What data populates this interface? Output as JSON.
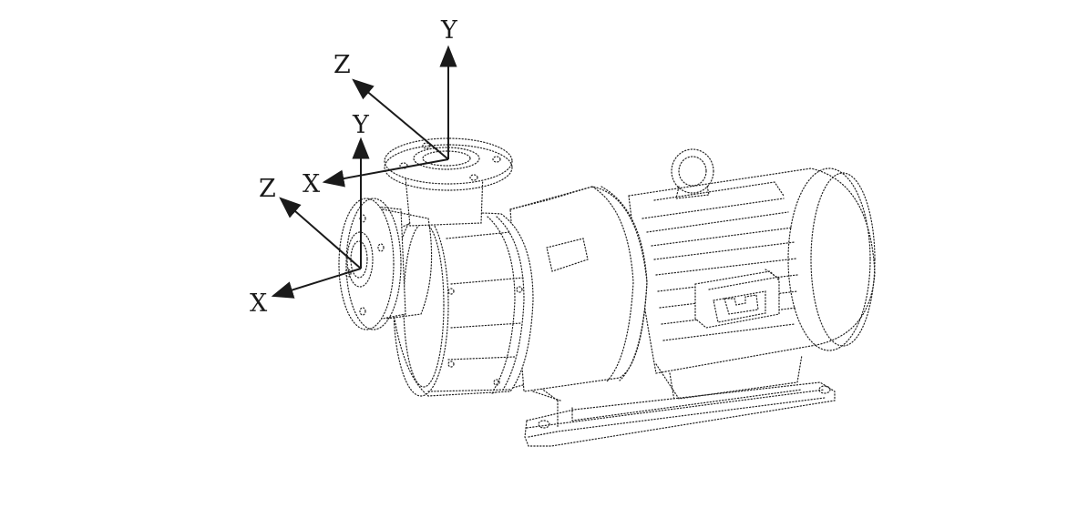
{
  "figure": {
    "outlet_axes": {
      "y_label": "Y",
      "z_label": "Z",
      "x_label": "X"
    },
    "inlet_axes": {
      "y_label": "Y",
      "z_label": "Z",
      "x_label": "X"
    }
  },
  "colors": {
    "line": "#1a1a1a",
    "background": "#ffffff"
  }
}
